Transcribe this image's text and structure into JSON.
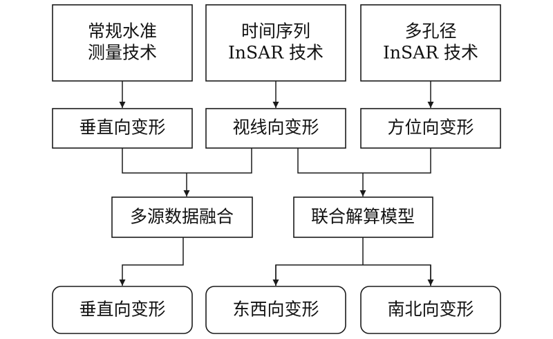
{
  "nodes": {
    "leveling": {
      "lines": [
        "常规水准",
        "测量技术"
      ]
    },
    "ts_insar": {
      "lines": [
        "时间序列",
        "InSAR 技术"
      ]
    },
    "mai_insar": {
      "lines": [
        "多孔径",
        "InSAR 技术"
      ]
    },
    "vertical_def": {
      "lines": [
        "垂直向变形"
      ]
    },
    "los_def": {
      "lines": [
        "视线向变形"
      ]
    },
    "azimuth_def": {
      "lines": [
        "方位向变形"
      ]
    },
    "fusion": {
      "lines": [
        "多源数据融合"
      ]
    },
    "joint_model": {
      "lines": [
        "联合解算模型"
      ]
    },
    "out_vertical": {
      "lines": [
        "垂直向变形"
      ]
    },
    "out_east_west": {
      "lines": [
        "东西向变形"
      ]
    },
    "out_north_south": {
      "lines": [
        "南北向变形"
      ]
    }
  },
  "colors": {
    "line": "#1a1a1a",
    "fill": "#ffffff",
    "text": "#111111"
  }
}
